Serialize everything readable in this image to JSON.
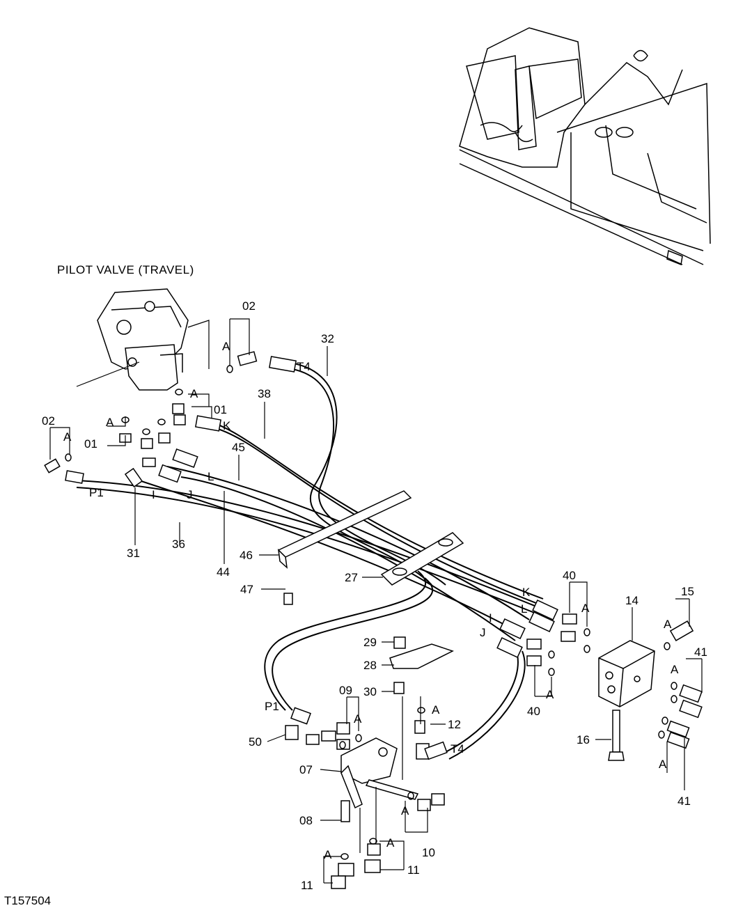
{
  "title": "PILOT VALVE (TRAVEL)",
  "figure_id": "T157504",
  "callouts": [
    "01",
    "01",
    "02",
    "02",
    "07",
    "08",
    "09",
    "10",
    "11",
    "11",
    "12",
    "14",
    "15",
    "16",
    "27",
    "28",
    "29",
    "30",
    "31",
    "32",
    "36",
    "38",
    "40",
    "40",
    "41",
    "41",
    "44",
    "45",
    "46",
    "47",
    "50"
  ],
  "port_labels": [
    "T4",
    "K",
    "L",
    "I",
    "J",
    "P1",
    "K",
    "L",
    "I",
    "J",
    "P1",
    "T4"
  ],
  "oring_label": "A"
}
